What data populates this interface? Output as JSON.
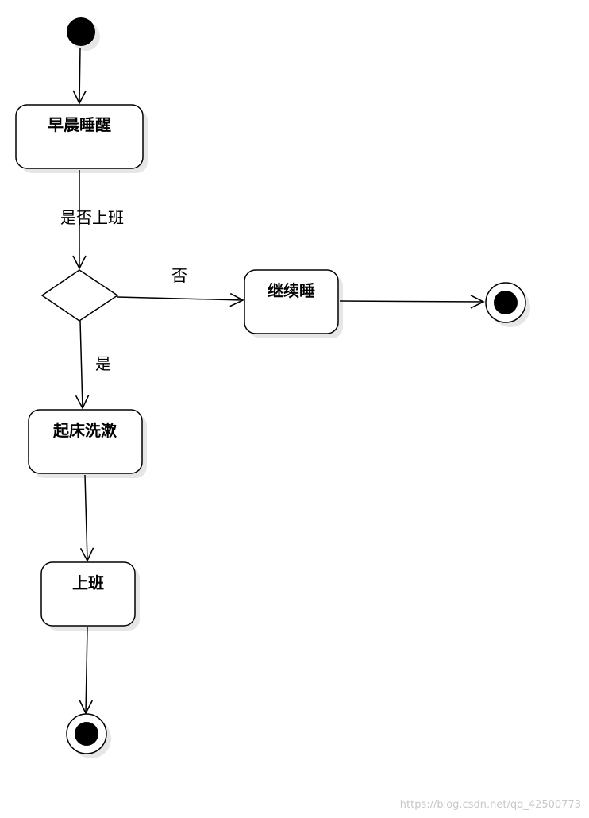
{
  "states": {
    "wake": "早晨睡醒",
    "sleep_more": "继续睡",
    "wash": "起床洗漱",
    "work": "上班"
  },
  "edges": {
    "question": "是否上班",
    "no": "否",
    "yes": "是"
  },
  "watermark": "https://blog.csdn.net/qq_42500773"
}
